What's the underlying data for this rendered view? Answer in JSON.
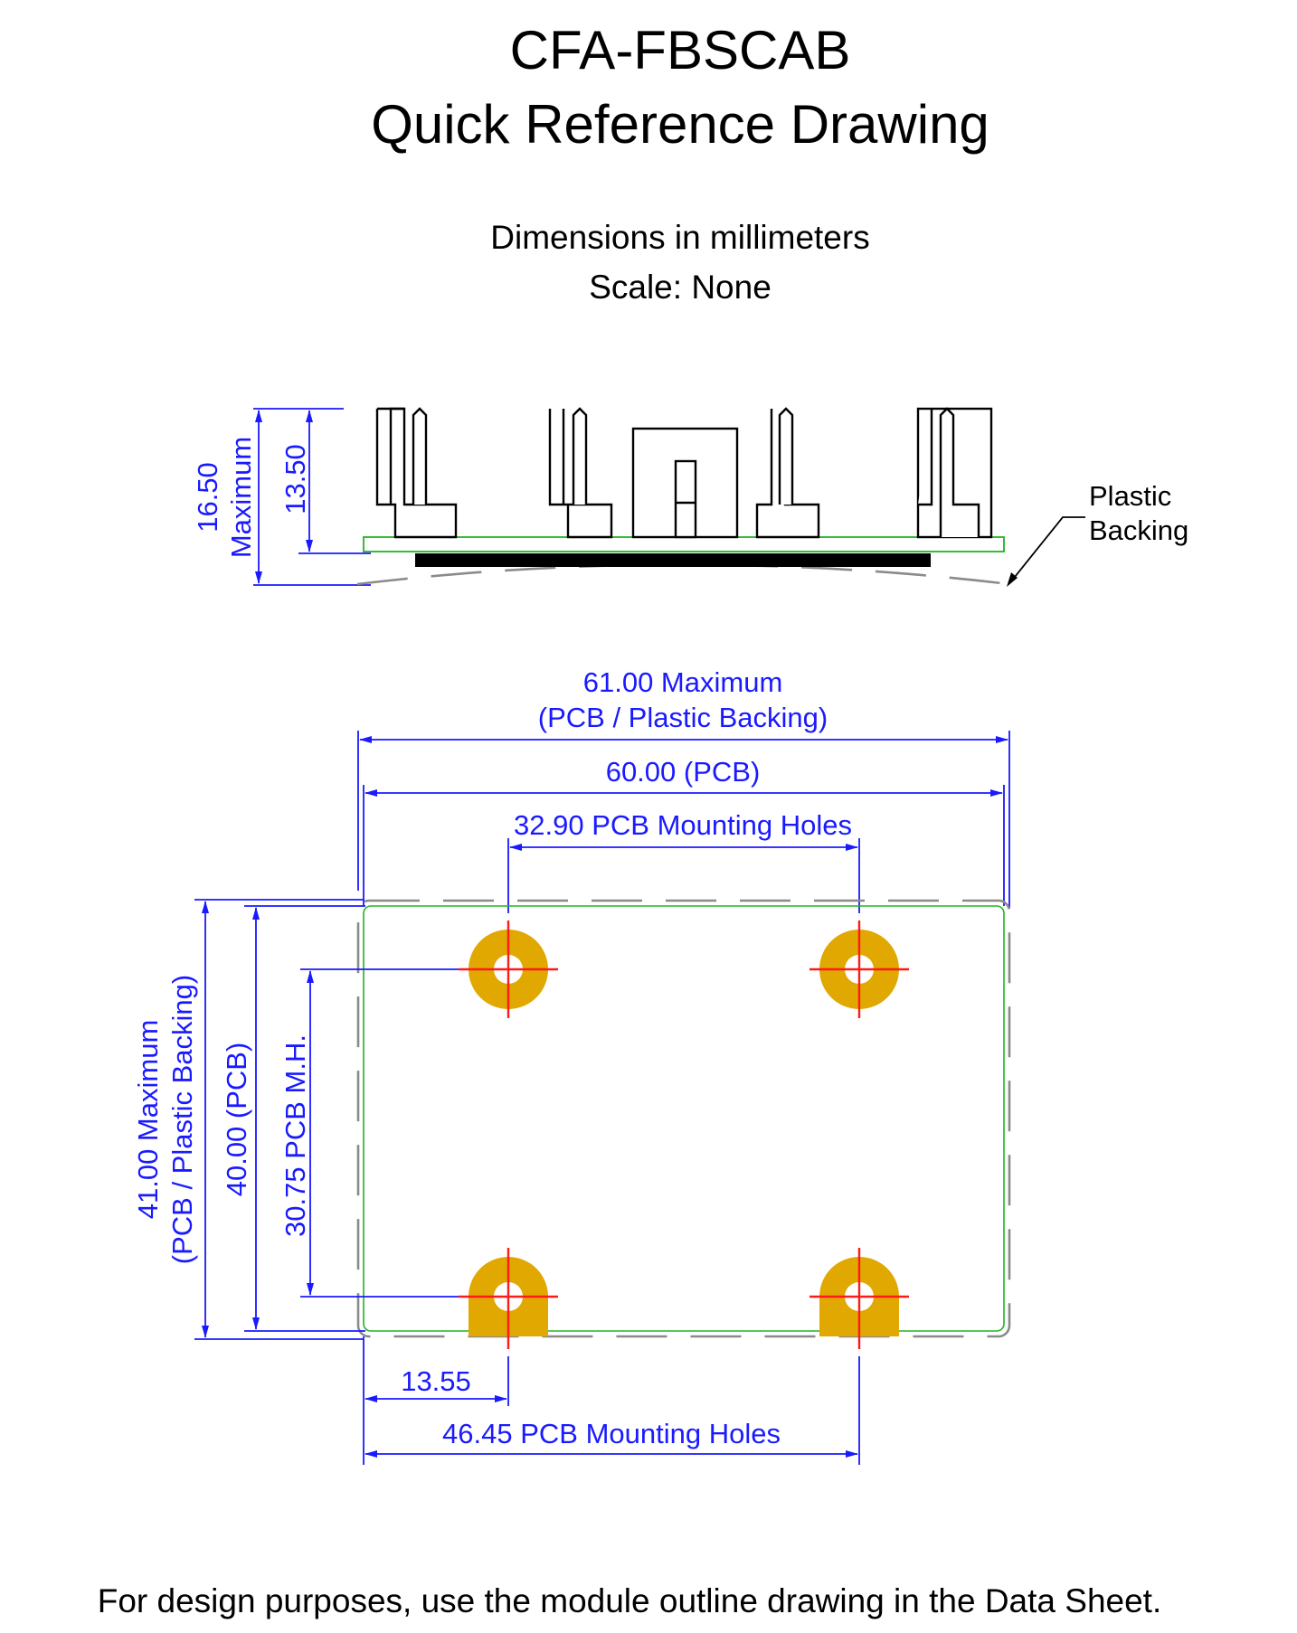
{
  "title": {
    "line1": "CFA-FBSCAB",
    "line2": "Quick Reference Drawing"
  },
  "subtitle": {
    "line1": "Dimensions in millimeters",
    "line2": "Scale: None"
  },
  "side_view": {
    "overall_height": "16.50",
    "overall_height_note": "Maximum",
    "component_height": "13.50",
    "callout_line1": "Plastic",
    "callout_line2": "Backing"
  },
  "top_view": {
    "width_max_line1": "61.00 Maximum",
    "width_max_line2": "(PCB / Plastic Backing)",
    "width_pcb": "60.00 (PCB)",
    "holes_top": "32.90 PCB Mounting Holes",
    "height_max_line1": "41.00 Maximum",
    "height_max_line2": "(PCB / Plastic Backing)",
    "height_pcb": "40.00 (PCB)",
    "holes_vertical": "30.75 PCB M.H.",
    "hole_offset": "13.55",
    "holes_bottom": "46.45 PCB Mounting Holes"
  },
  "colors": {
    "dimension": "#1a1aff",
    "pcb_outline": "#22b422",
    "mounting_pad": "#e0a800",
    "centerline": "#ff1a1a",
    "plastic_backing": "#8a8a8a"
  },
  "footer": "For design purposes, use the module outline drawing in the Data Sheet."
}
